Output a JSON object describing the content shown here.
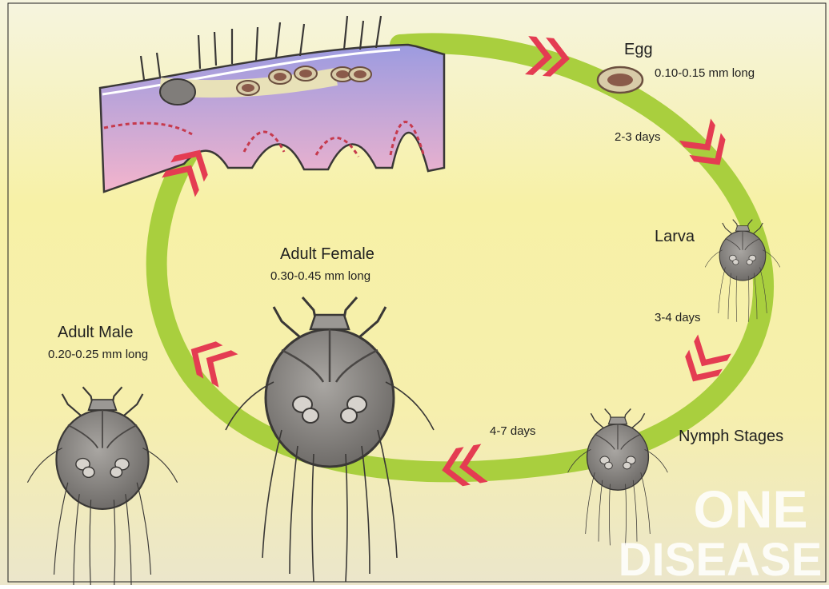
{
  "stages": {
    "egg": {
      "label": "Egg",
      "size": "0.10-0.15 mm long"
    },
    "larva": {
      "label": "Larva"
    },
    "nymph": {
      "label": "Nymph Stages"
    },
    "adult_female": {
      "label": "Adult Female",
      "size": "0.30-0.45 mm long"
    },
    "adult_male": {
      "label": "Adult Male",
      "size": "0.20-0.25 mm long"
    }
  },
  "durations": {
    "egg_to_larva": "2-3 days",
    "larva_to_nymph": "3-4 days",
    "nymph_to_adult": "4-7 days"
  },
  "watermark": {
    "line1": "ONE",
    "line2": "DISEASE"
  },
  "colors": {
    "background_top": "#f6f4df",
    "background_mid": "#f8f2a8",
    "cycle_ring": "#a9cf3e",
    "arrow": "#e43c52",
    "mite_body": "#8a8784",
    "skin_upper": "#a8a6de",
    "skin_lower": "#f0b3cc",
    "watermark": "#ffffff"
  }
}
